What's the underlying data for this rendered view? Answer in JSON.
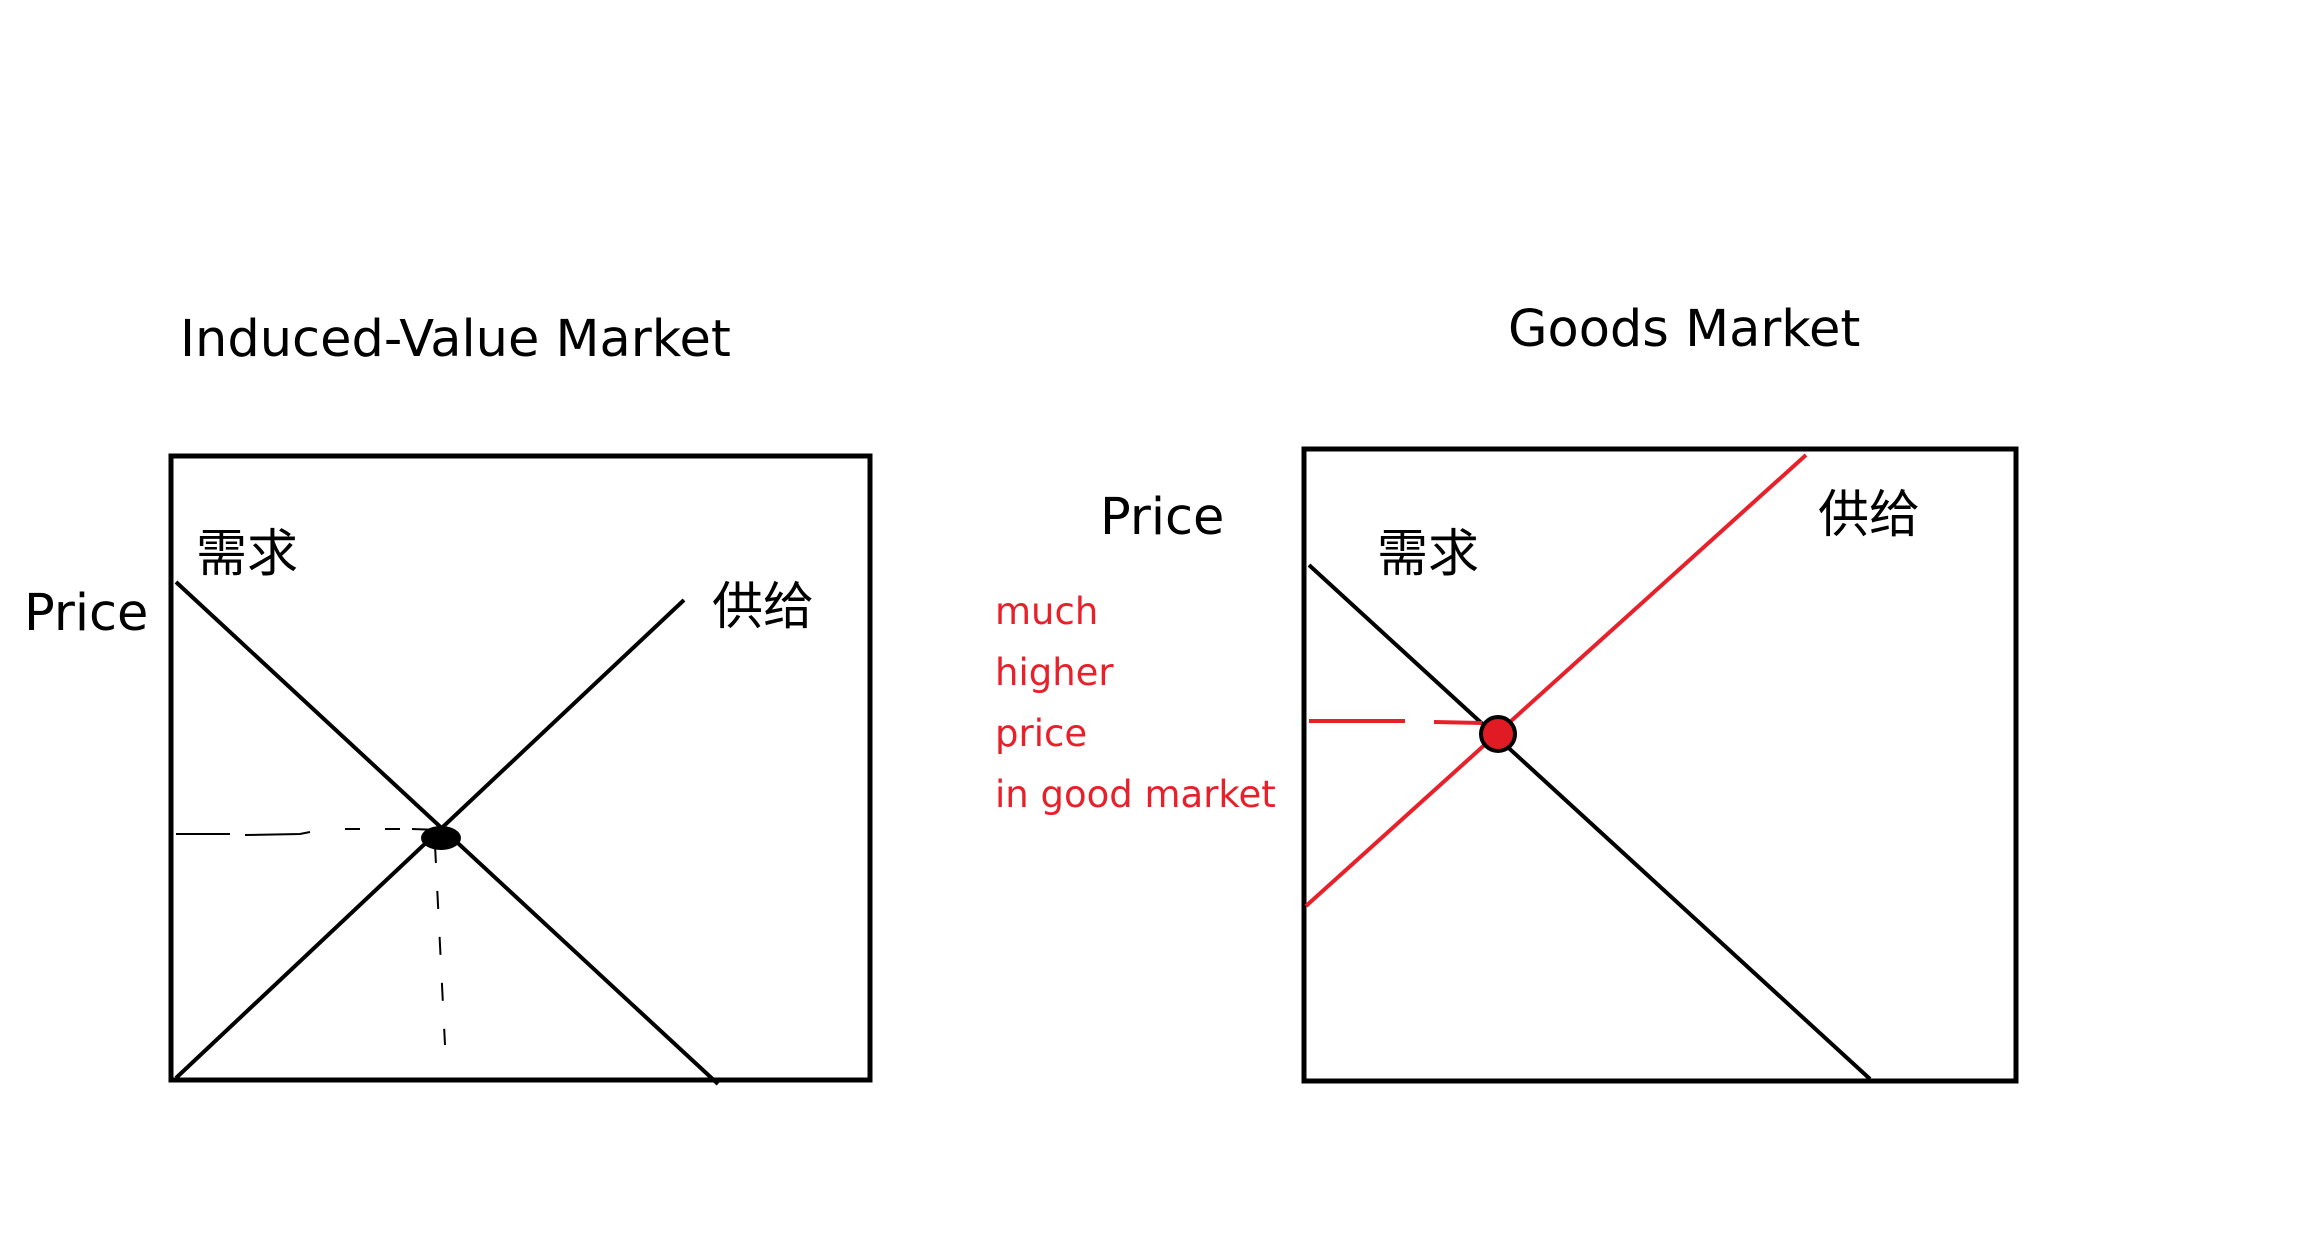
{
  "left_panel": {
    "title": "Induced-Value Market",
    "price_label": "Price",
    "demand_label": "需求",
    "supply_label": "供给"
  },
  "right_panel": {
    "title": "Goods Market",
    "price_label": "Price",
    "demand_label": "需求",
    "supply_label": "供给",
    "note_lines": [
      "much",
      "higher",
      "price",
      "in good market"
    ]
  },
  "colors": {
    "black": "#000000",
    "highlight": "#e8202a",
    "dot_fill": "#e01b24"
  }
}
